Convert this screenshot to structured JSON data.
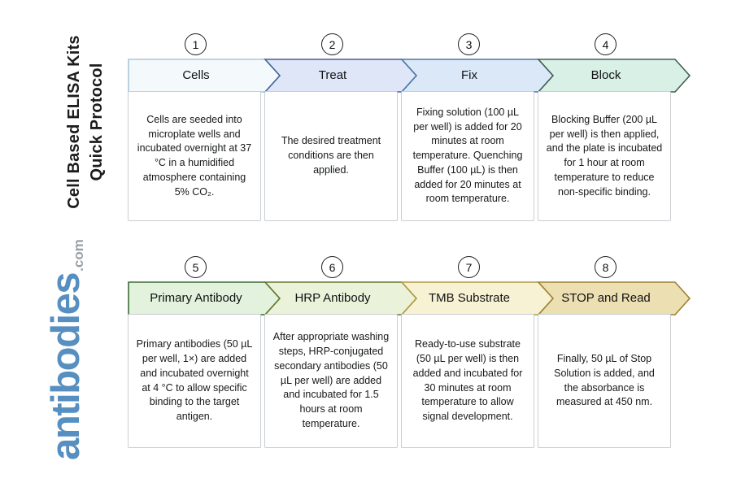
{
  "sidebar": {
    "title_line1": "Cell Based ELISA Kits",
    "title_line2": "Quick Protocol",
    "logo_text": "antibodies",
    "logo_suffix": ".com",
    "logo_color": "#578fc0",
    "logo_suffix_color": "#9aa0a5"
  },
  "rows": [
    {
      "steps": [
        {
          "number": "1",
          "label": "Cells",
          "fill": "#f4f9fc",
          "stroke": "#a9c5da",
          "description": "Cells are seeded into microplate wells and incubated overnight at 37 °C in a humidified atmosphere containing 5% CO₂."
        },
        {
          "number": "2",
          "label": "Treat",
          "fill": "#dfe6f8",
          "stroke": "#3f6399",
          "description": "The desired treatment conditions are then applied."
        },
        {
          "number": "3",
          "label": "Fix",
          "fill": "#dbe8f8",
          "stroke": "#4a77a8",
          "description": "Fixing solution (100 µL per well) is added for 20 minutes at room temperature. Quenching Buffer (100 µL) is then added for 20 minutes at room temperature."
        },
        {
          "number": "4",
          "label": "Block",
          "fill": "#d8f0e6",
          "stroke": "#435f55",
          "description": "Blocking Buffer (200 µL per well) is then applied, and the plate is incubated for 1 hour at room temperature to reduce non-specific binding."
        }
      ]
    },
    {
      "steps": [
        {
          "number": "5",
          "label": "Primary Antibody",
          "fill": "#e2f2dc",
          "stroke": "#3c6b35",
          "description": "Primary antibodies (50 µL per well, 1×) are added and incubated overnight at 4 °C to allow specific binding to the target antigen."
        },
        {
          "number": "6",
          "label": "HRP Antibody",
          "fill": "#eaf3da",
          "stroke": "#62752f",
          "description": "After appropriate washing steps, HRP-conjugated secondary antibodies (50 µL per well) are added and incubated for 1.5 hours at room temperature."
        },
        {
          "number": "7",
          "label": "TMB Substrate",
          "fill": "#f7f2d3",
          "stroke": "#b1993f",
          "description": "Ready-to-use substrate (50 µL per well) is then added and incubated for 30 minutes at room temperature to allow signal development."
        },
        {
          "number": "8",
          "label": "STOP and Read",
          "fill": "#ecdfb2",
          "stroke": "#9f8034",
          "description": "Finally, 50 µL of Stop Solution is added, and the absorbance is measured at 450 nm."
        }
      ]
    }
  ]
}
